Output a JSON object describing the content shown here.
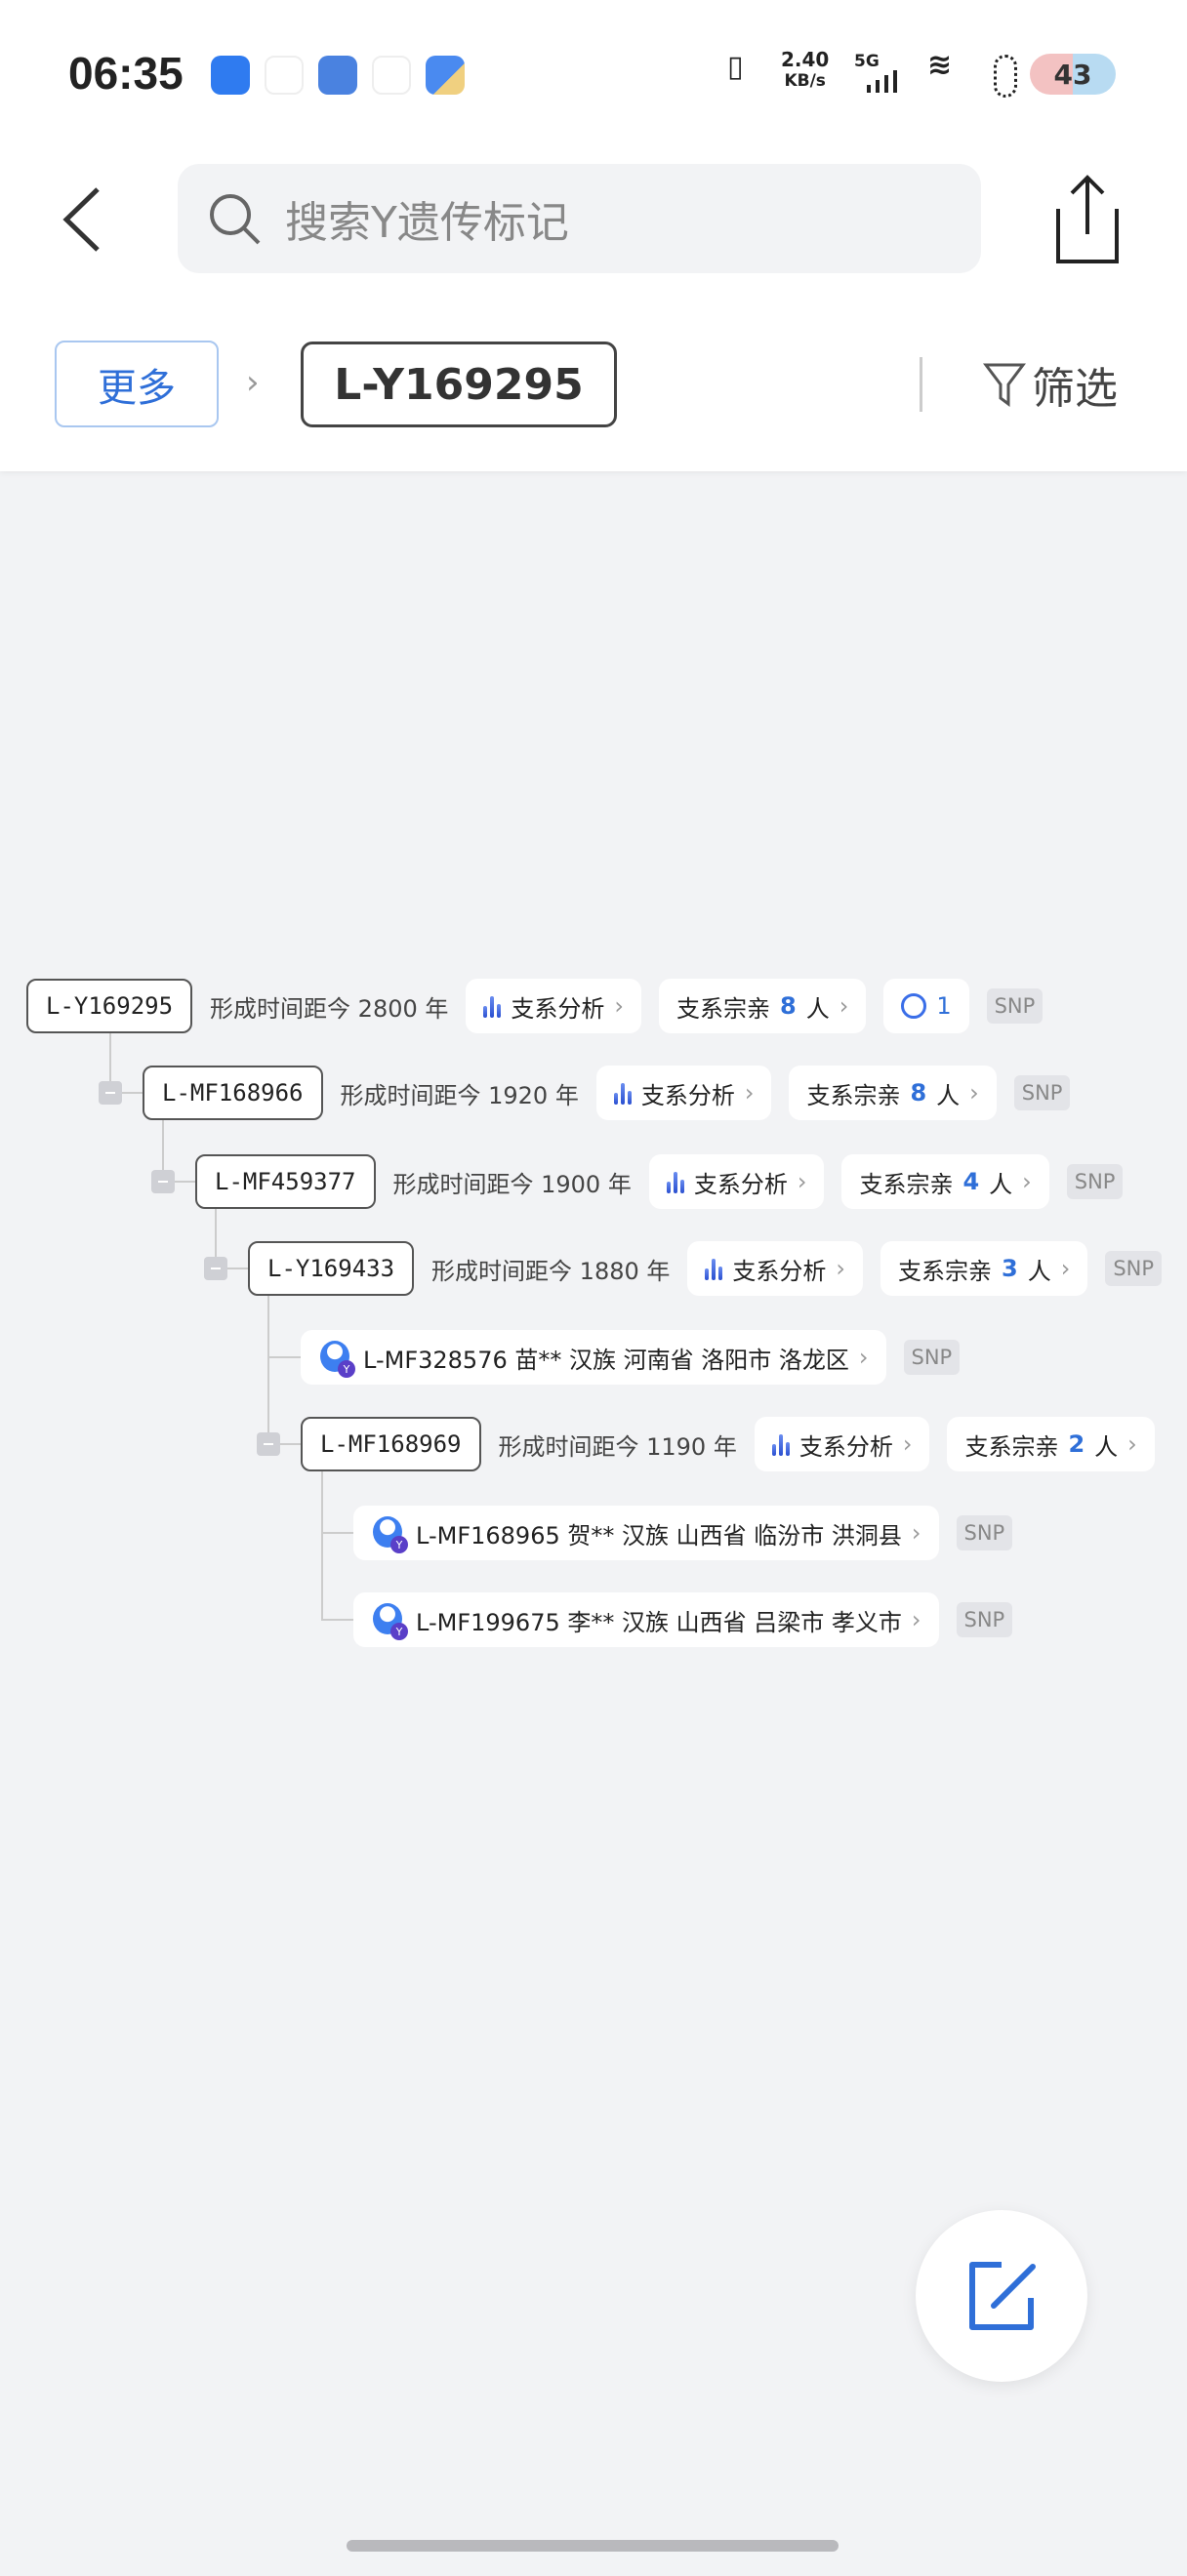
{
  "status": {
    "time": "06:35",
    "speed": "2.40",
    "speed_unit": "KB/s",
    "network": "5G",
    "battery": "43"
  },
  "search": {
    "placeholder": "搜索Y遗传标记"
  },
  "filter_bar": {
    "more": "更多",
    "current": "L-Y169295",
    "filter": "筛选"
  },
  "labels": {
    "analysis": "支系分析",
    "relatives": "支系宗亲",
    "person_unit": "人",
    "snp": "SNP"
  },
  "colors": {
    "accent": "#2f6fd8"
  },
  "tree": [
    {
      "id": "L-Y169295",
      "age": "形成时间距今 2800 年",
      "relatives": "8",
      "comments": "1"
    },
    {
      "id": "L-MF168966",
      "age": "形成时间距今 1920 年",
      "relatives": "8"
    },
    {
      "id": "L-MF459377",
      "age": "形成时间距今 1900 年",
      "relatives": "4"
    },
    {
      "id": "L-Y169433",
      "age": "形成时间距今 1880 年",
      "relatives": "3"
    },
    {
      "person": "L-MF328576 苗** 汉族 河南省 洛阳市 洛龙区"
    },
    {
      "id": "L-MF168969",
      "age": "形成时间距今 1190 年",
      "relatives": "2"
    },
    {
      "person": "L-MF168965 贺** 汉族 山西省 临汾市 洪洞县"
    },
    {
      "person": "L-MF199675 李** 汉族 山西省 吕梁市 孝义市"
    }
  ]
}
